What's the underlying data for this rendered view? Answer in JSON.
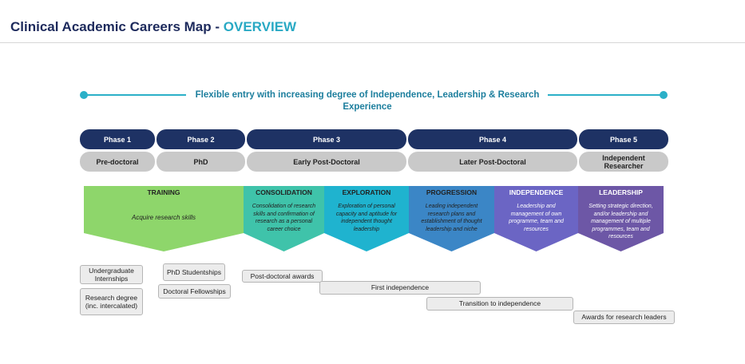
{
  "title": {
    "main": "Clinical Academic Careers Map - ",
    "accent": "OVERVIEW"
  },
  "flexible_entry": "Flexible entry with increasing degree of Independence, Leadership & Research Experience",
  "phases": [
    "Phase 1",
    "Phase 2",
    "Phase 3",
    "Phase 4",
    "Phase 5"
  ],
  "stages": [
    "Pre-doctoral",
    "PhD",
    "Early Post-Doctoral",
    "Later Post-Doctoral",
    "Independent Researcher"
  ],
  "arrows": [
    {
      "heading": "TRAINING",
      "desc": "Acquire research skills",
      "color": "#8ed66b"
    },
    {
      "heading": "CONSOLIDATION",
      "desc": "Consolidation of research skills and confirmation of research as a personal career choice",
      "color": "#3fc3aa"
    },
    {
      "heading": "EXPLORATION",
      "desc": "Exploration of personal capacity and aptitude for independent thought leadership",
      "color": "#1fb3cf"
    },
    {
      "heading": "PROGRESSION",
      "desc": "Leading independent research plans and establishment of thought leadership and niche",
      "color": "#3b86c6"
    },
    {
      "heading": "INDEPENDENCE",
      "desc": "Leadership and management of own programme, team and resources",
      "color": "#6b65c4"
    },
    {
      "heading": "LEADERSHIP",
      "desc": "Setting strategic direction, and/or leadership and management of multiple programmes, team and resources",
      "color": "#6d57a6"
    }
  ],
  "awards": [
    "Undergraduate Internships",
    "Research degree (inc. intercalated)",
    "PhD Studentships",
    "Doctoral Fellowships",
    "Post-doctoral awards",
    "First independence",
    "Transition to independence",
    "Awards for research leaders"
  ]
}
